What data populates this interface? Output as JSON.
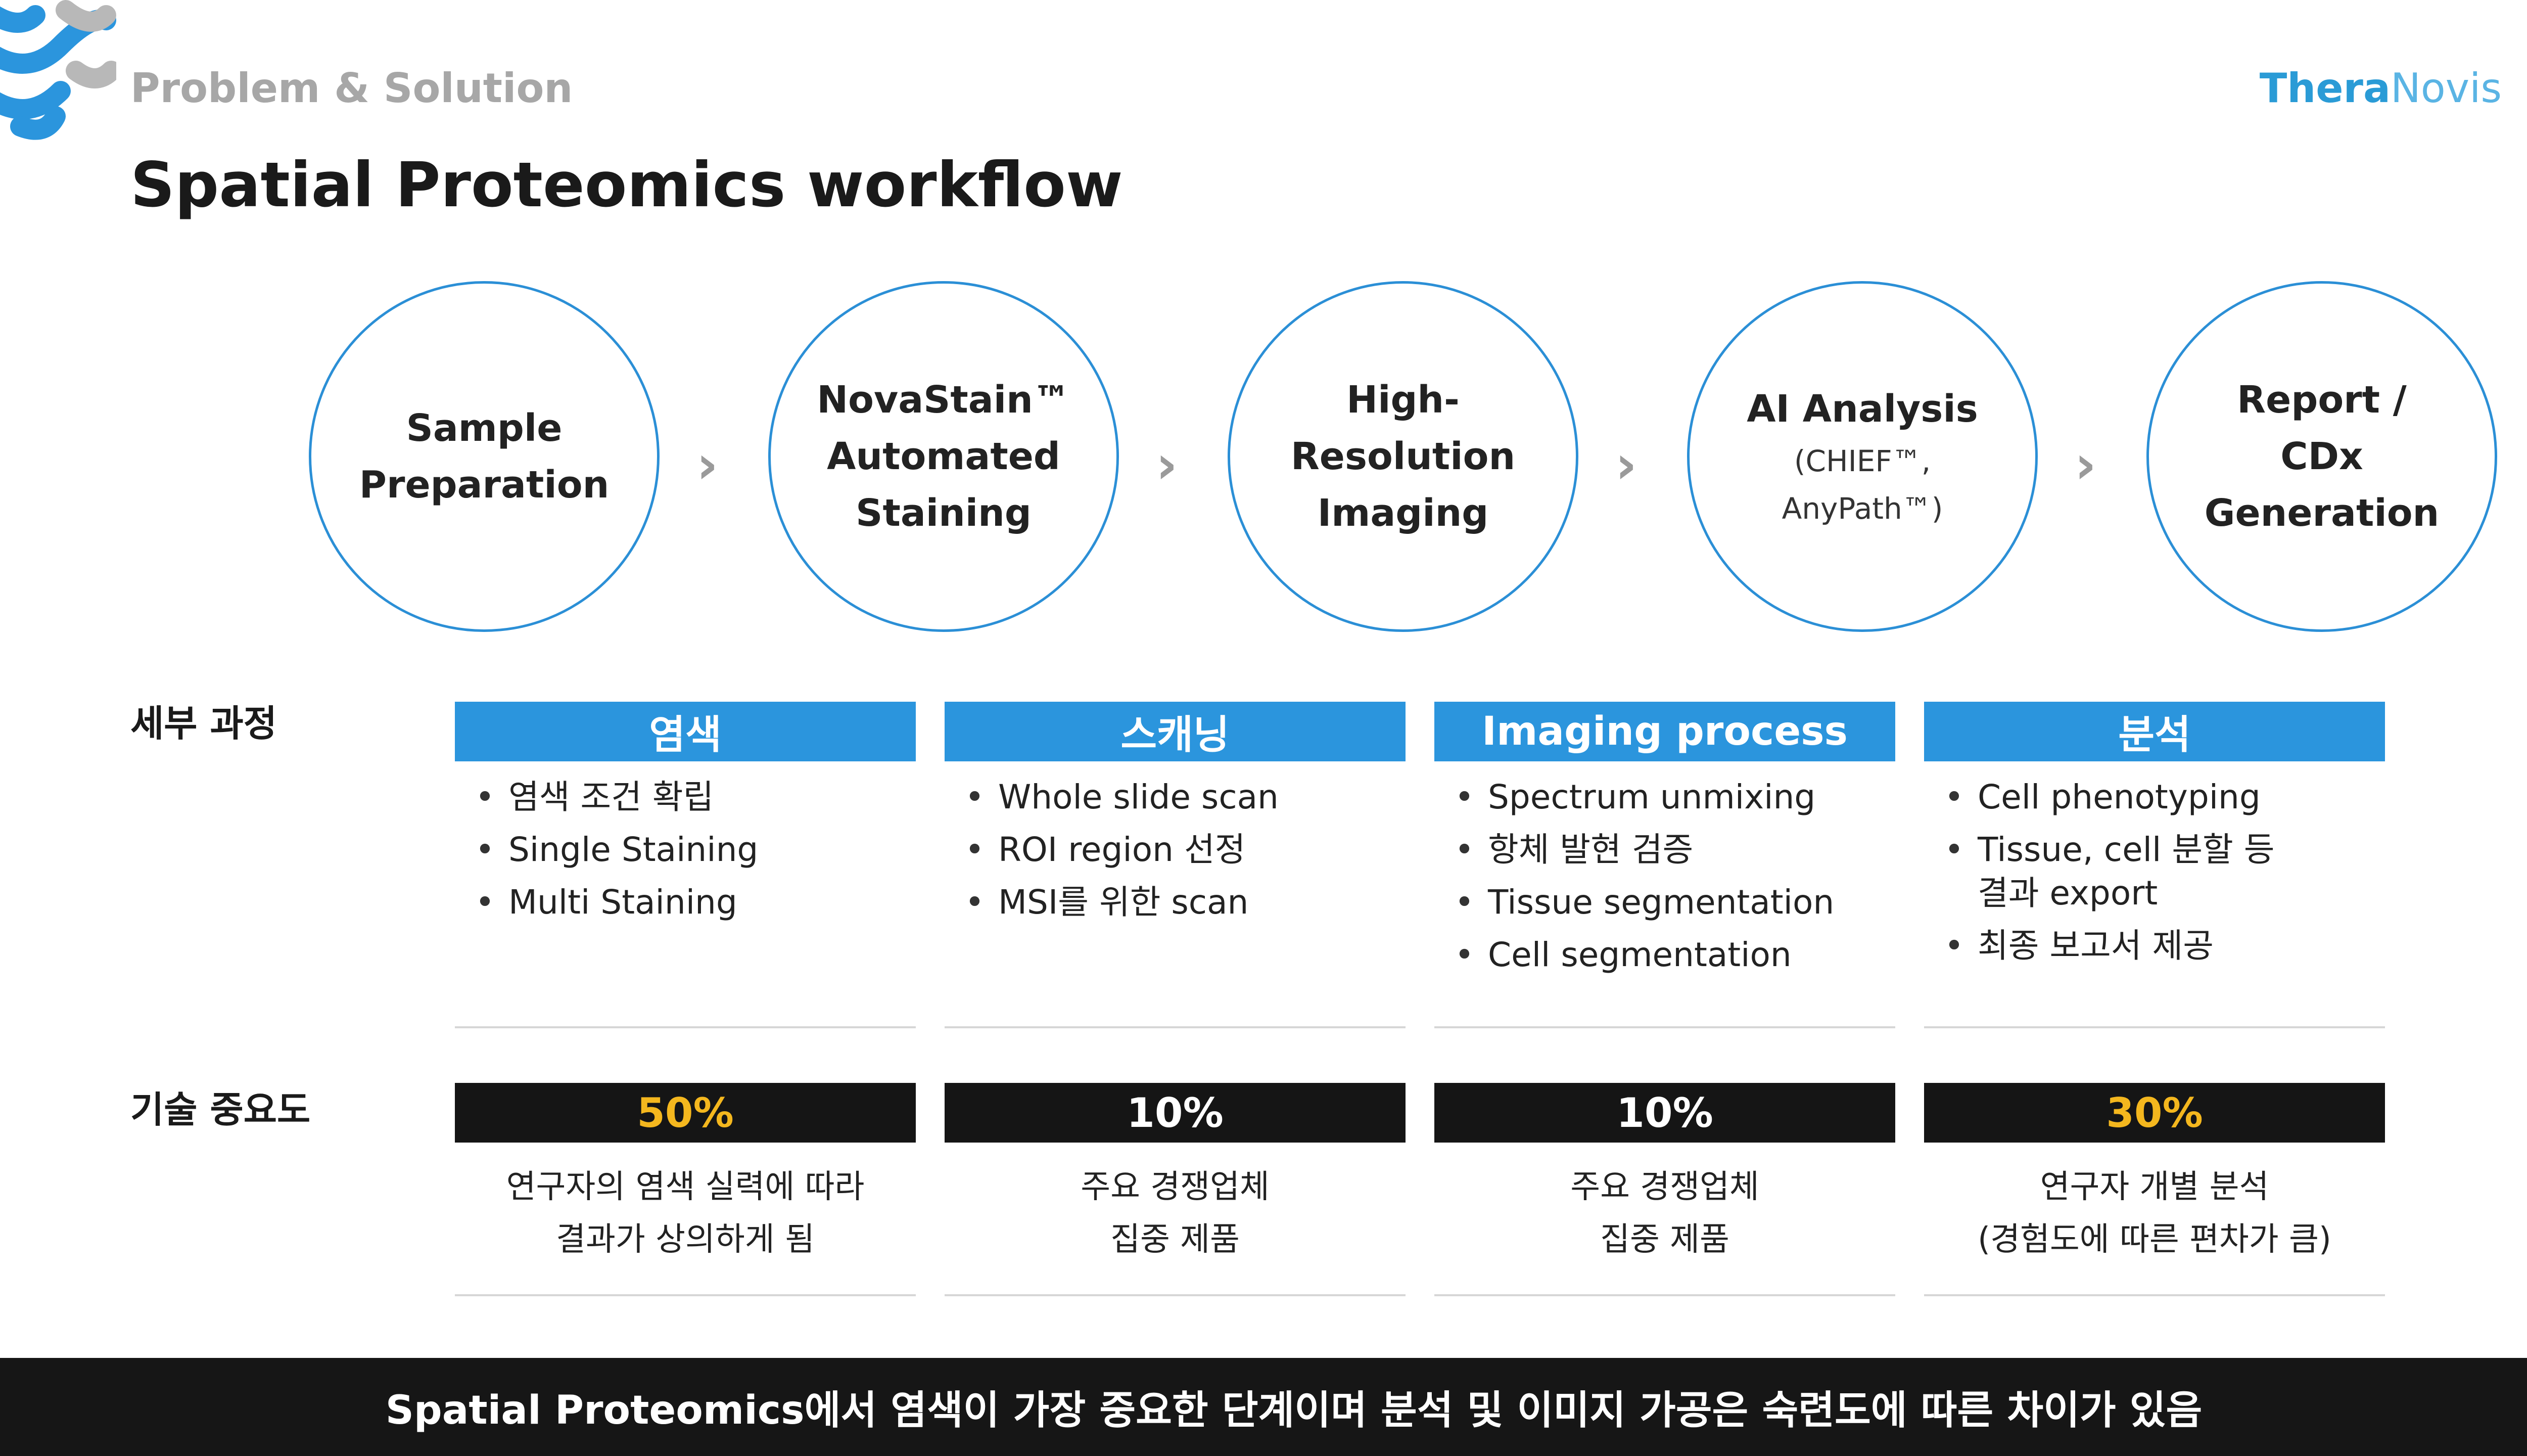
{
  "header": {
    "section": "Problem & Solution",
    "title": "Spatial Proteomics workflow",
    "brand_part1": "Thera",
    "brand_part2": "Novis"
  },
  "workflow": [
    {
      "lines": [
        "Sample",
        "Preparation"
      ]
    },
    {
      "lines": [
        "NovaStain™",
        "Automated",
        "Staining"
      ]
    },
    {
      "lines": [
        "High-",
        "Resolution",
        "Imaging"
      ]
    },
    {
      "lines": [
        "AI Analysis"
      ],
      "sub": [
        "(CHIEF™,",
        "AnyPath™)"
      ]
    },
    {
      "lines": [
        "Report /",
        "CDx",
        "Generation"
      ]
    }
  ],
  "details": {
    "label": "세부 과정",
    "columns": [
      {
        "header": "염색",
        "items": [
          "염색 조건 확립",
          "Single Staining",
          "Multi Staining"
        ]
      },
      {
        "header": "스캐닝",
        "items": [
          "Whole slide scan",
          "ROI region 선정",
          "MSI를 위한 scan"
        ]
      },
      {
        "header": "Imaging process",
        "items": [
          "Spectrum unmixing",
          "항체 발현 검증",
          "Tissue segmentation",
          "Cell segmentation"
        ]
      },
      {
        "header": "분석",
        "items": [
          "Cell phenotyping",
          "Tissue, cell 분할 등 결과 export",
          "최종 보고서 제공"
        ]
      }
    ]
  },
  "importance": {
    "label": "기술 중요도",
    "columns": [
      {
        "percent": "50%",
        "desc1": "연구자의 염색 실력에 따라",
        "desc2": "결과가 상의하게 됨"
      },
      {
        "percent": "10%",
        "desc1": "주요 경쟁업체",
        "desc2": "집중 제품"
      },
      {
        "percent": "10%",
        "desc1": "주요 경쟁업체",
        "desc2": "집중 제품"
      },
      {
        "percent": "30%",
        "desc1": "연구자 개별 분석",
        "desc2": "(경험도에 따른 편차가 큼)"
      }
    ]
  },
  "footer": "Spatial Proteomics에서 염색이 가장 중요한 단계이며 분석 및 이미지 가공은 숙련도에 따른 차이가 있음",
  "colors": {
    "accent_blue": "#2b95dd",
    "highlight_yellow": "#f4b71e",
    "dark": "#151515"
  }
}
